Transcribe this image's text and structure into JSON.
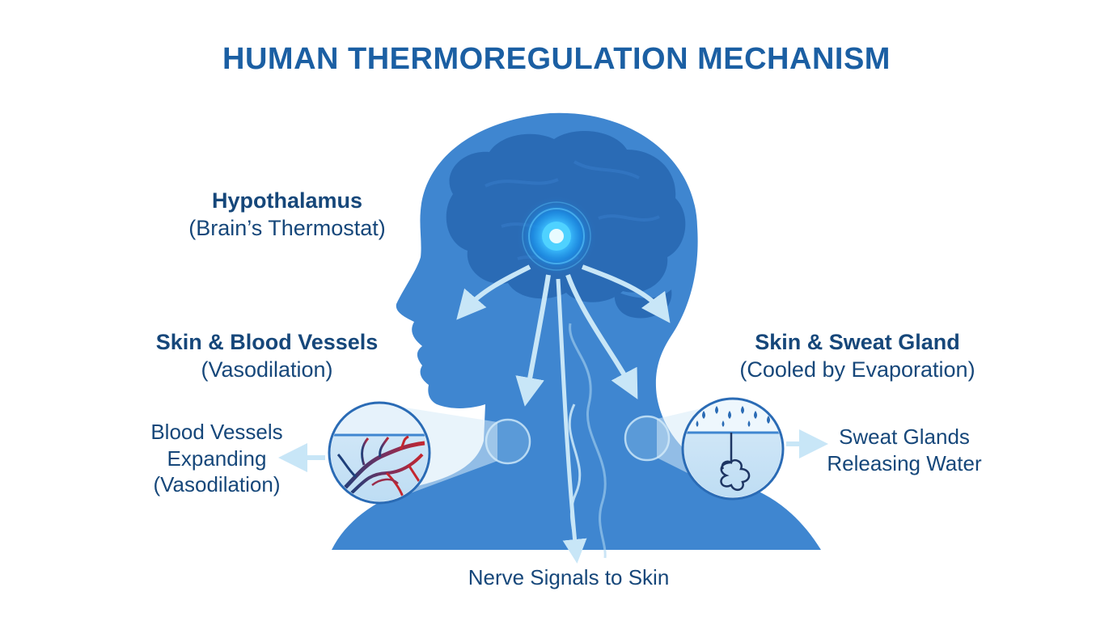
{
  "title": "HUMAN THERMOREGULATION MECHANISM",
  "hypothalamus": {
    "name": "Hypothalamus",
    "detail": "(Brain’s Thermostat)"
  },
  "skin_vessels": {
    "name": "Skin & Blood Vessels",
    "detail": "(Vasodilation)"
  },
  "skin_sweat": {
    "name": "Skin & Sweat Gland",
    "detail": "(Cooled by Evaporation)"
  },
  "vessels_expanding": {
    "line1": "Blood Vessels",
    "line2": "Expanding",
    "line3": "(Vasodilation)"
  },
  "sweat_releasing": {
    "line1": "Sweat Glands",
    "line2": "Releasing Water"
  },
  "nerve_signals": "Nerve Signals to Skin",
  "colors": {
    "title": "#1b5fa3",
    "text": "#16477a",
    "silhouette": "#3f86d0",
    "brain": "#2a6bb5",
    "arrow": "#c8e6f7",
    "vessel_red": "#c4262e",
    "vessel_blue": "#1d3f7a",
    "glow": "#2fb8ff"
  }
}
